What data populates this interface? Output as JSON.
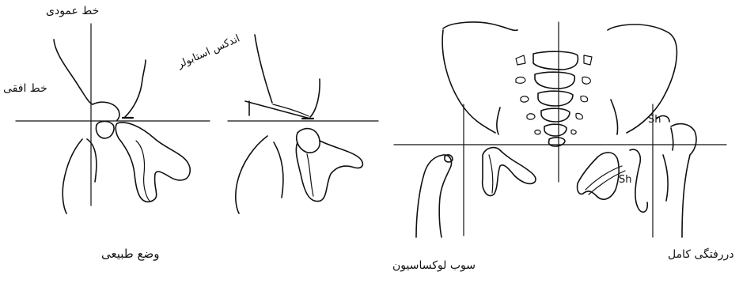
{
  "labels": {
    "vertical_line": "خط عمودی",
    "horizontal_line": "خط افقی",
    "normal_position": "وضع طبیعی",
    "acetabular_index": "اندکس استابولر",
    "subluxation": "سوب لوکساسیون",
    "complete_dislocation": "دررفتگی کامل",
    "shenton_left": "Sh",
    "shenton_right": "Sh"
  }
}
